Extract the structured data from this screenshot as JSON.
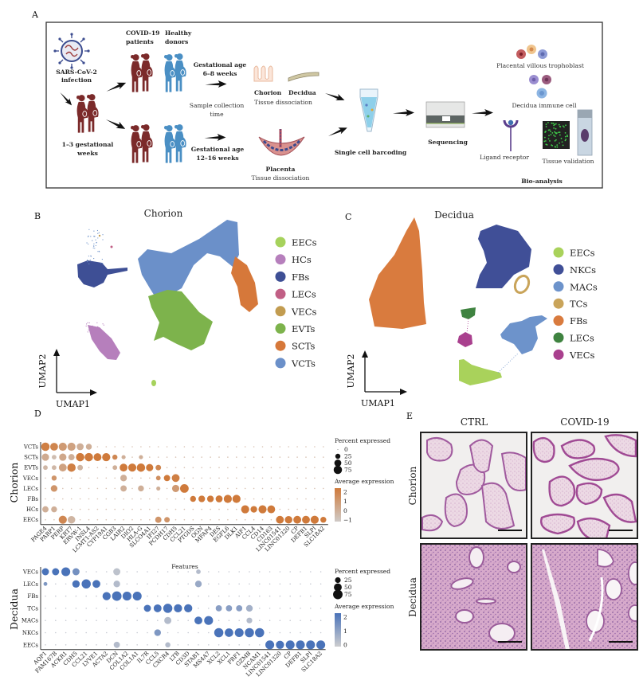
{
  "panel_labels": {
    "a": "A",
    "b": "B",
    "c": "C",
    "d": "D",
    "e": "E"
  },
  "panel_a": {
    "virus_line1": "SARS-CoV-2",
    "virus_line2": "infection",
    "weeks_line1": "1–3 gestational",
    "weeks_line2": "weeks",
    "covid_line1": "COVID-19",
    "covid_line2": "patients",
    "healthy_line1": "Healthy",
    "healthy_line2": "donors",
    "ga1_line1": "Gestational age",
    "ga1_line2": "6–8 weeks",
    "ga2_line1": "Gestational age",
    "ga2_line2": "12–16 weeks",
    "sample_line1": "Sample collection",
    "sample_line2": "time",
    "chorion": "Chorion",
    "decidua": "Decidua",
    "tissue_dissociation": "Tissue dissociation",
    "placenta": "Placenta",
    "barcoding": "Single cell barcoding",
    "sequencing": "Sequencing",
    "trophoblast": "Placental villous trophoblast",
    "immune": "Decidua immune cell",
    "ligand": "Ligand receptor",
    "validation": "Tissue validation",
    "bioanalysis": "Bio-analysis"
  },
  "chart_data": [
    {
      "type": "scatter",
      "title": "Chorion",
      "xlabel": "UMAP1",
      "ylabel": "UMAP2",
      "legend": [
        {
          "label": "EECs",
          "color": "#a6d25c"
        },
        {
          "label": "HCs",
          "color": "#b67fbc"
        },
        {
          "label": "FBs",
          "color": "#3e4f95"
        },
        {
          "label": "LECs",
          "color": "#c15f85"
        },
        {
          "label": "VECs",
          "color": "#c29c50"
        },
        {
          "label": "EVTs",
          "color": "#7db34c"
        },
        {
          "label": "SCTs",
          "color": "#d6783a"
        },
        {
          "label": "VCTs",
          "color": "#6b90c9"
        }
      ]
    },
    {
      "type": "scatter",
      "title": "Decidua",
      "xlabel": "UMAP1",
      "ylabel": "UMAP2",
      "legend": [
        {
          "label": "EECs",
          "color": "#a9d25b"
        },
        {
          "label": "NKCs",
          "color": "#404f97"
        },
        {
          "label": "MACs",
          "color": "#6d93cb"
        },
        {
          "label": "TCs",
          "color": "#c9a45a"
        },
        {
          "label": "FBs",
          "color": "#d97b3e"
        },
        {
          "label": "LECs",
          "color": "#3f8340"
        },
        {
          "label": "VECs",
          "color": "#a9408e"
        }
      ]
    },
    {
      "type": "dotplot",
      "title": "",
      "side_label": "Chorion",
      "rows": [
        "VCTs",
        "SCTs",
        "EVTs",
        "VECs",
        "LECs",
        "FBs",
        "HCs",
        "EECs"
      ],
      "genes": [
        "PAGE4",
        "PARP1",
        "PERP",
        "KRT7",
        "ERVW-1",
        "INSL4",
        "LCMT1-AS2",
        "CYP19A1",
        "CGB3",
        "LAIR2",
        "DIO2",
        "HLA-G",
        "SLCO4A1",
        "IFI27",
        "PCDH17",
        "CDH5",
        "CCL21",
        "PTGDS",
        "OGN",
        "MFAP4",
        "DES",
        "EGFL6",
        "DLK1",
        "AIF1",
        "CCL4",
        "CD14",
        "CD163",
        "LINC01541",
        "LINC01320",
        "CP",
        "DEFB1",
        "SLPI",
        "SLC18A2"
      ],
      "color_low": "#cfcac7",
      "color_high": "#cf7a3b",
      "avg_range": [
        -1,
        2
      ],
      "size_legend_title": "Percent expressed",
      "size_legend": [
        "0",
        "25",
        "50",
        "75"
      ],
      "color_legend_title": "Average expression",
      "color_legend": [
        "2",
        "1",
        "0",
        "−1"
      ],
      "dots": [
        [
          "VCTs",
          "PAGE4",
          75,
          1.8
        ],
        [
          "VCTs",
          "PARP1",
          65,
          1.6
        ],
        [
          "VCTs",
          "PERP",
          70,
          0.8
        ],
        [
          "VCTs",
          "KRT7",
          70,
          0.5
        ],
        [
          "VCTs",
          "ERVW-1",
          50,
          0
        ],
        [
          "VCTs",
          "INSL4",
          35,
          0
        ],
        [
          "SCTs",
          "PAGE4",
          55,
          0.2
        ],
        [
          "SCTs",
          "PARP1",
          20,
          -0.5
        ],
        [
          "SCTs",
          "PERP",
          55,
          0.3
        ],
        [
          "SCTs",
          "KRT7",
          40,
          0
        ],
        [
          "SCTs",
          "ERVW-1",
          75,
          2
        ],
        [
          "SCTs",
          "INSL4",
          75,
          2
        ],
        [
          "SCTs",
          "LCMT1-AS2",
          65,
          2
        ],
        [
          "SCTs",
          "CYP19A1",
          70,
          2
        ],
        [
          "SCTs",
          "CGB3",
          25,
          1.5
        ],
        [
          "SCTs",
          "LAIR2",
          15,
          0
        ],
        [
          "SCTs",
          "HLA-G",
          15,
          0
        ],
        [
          "EVTs",
          "PAGE4",
          20,
          -0.3
        ],
        [
          "EVTs",
          "PARP1",
          20,
          -0.3
        ],
        [
          "EVTs",
          "PERP",
          65,
          0.5
        ],
        [
          "EVTs",
          "KRT7",
          75,
          1.8
        ],
        [
          "EVTs",
          "ERVW-1",
          30,
          -0.2
        ],
        [
          "EVTs",
          "CGB3",
          20,
          0
        ],
        [
          "EVTs",
          "LAIR2",
          65,
          2
        ],
        [
          "EVTs",
          "DIO2",
          70,
          2
        ],
        [
          "EVTs",
          "HLA-G",
          75,
          2
        ],
        [
          "EVTs",
          "SLCO4A1",
          55,
          2
        ],
        [
          "EVTs",
          "IFI27",
          30,
          1.5
        ],
        [
          "VECs",
          "PARP1",
          25,
          1
        ],
        [
          "VECs",
          "LAIR2",
          45,
          0
        ],
        [
          "VECs",
          "IFI27",
          20,
          1.2
        ],
        [
          "VECs",
          "PCDH17",
          40,
          2
        ],
        [
          "VECs",
          "CDH5",
          65,
          1.8
        ],
        [
          "LECs",
          "PARP1",
          45,
          1
        ],
        [
          "LECs",
          "LAIR2",
          40,
          0
        ],
        [
          "LECs",
          "HLA-G",
          35,
          0
        ],
        [
          "LECs",
          "IFI27",
          15,
          0
        ],
        [
          "LECs",
          "CDH5",
          55,
          0.8
        ],
        [
          "LECs",
          "CCL21",
          80,
          2
        ],
        [
          "FBs",
          "PTGDS",
          35,
          2
        ],
        [
          "FBs",
          "OGN",
          45,
          2
        ],
        [
          "FBs",
          "MFAP4",
          45,
          2
        ],
        [
          "FBs",
          "DES",
          50,
          2
        ],
        [
          "FBs",
          "EGFL6",
          70,
          2
        ],
        [
          "FBs",
          "DLK1",
          70,
          2
        ],
        [
          "HCs",
          "PAGE4",
          40,
          0
        ],
        [
          "HCs",
          "PARP1",
          35,
          0
        ],
        [
          "HCs",
          "AIF1",
          70,
          2
        ],
        [
          "HCs",
          "CCL4",
          45,
          2
        ],
        [
          "HCs",
          "CD14",
          70,
          2
        ],
        [
          "HCs",
          "CD163",
          65,
          2
        ],
        [
          "EECs",
          "PERP",
          70,
          1.5
        ],
        [
          "EECs",
          "KRT7",
          60,
          -0.2
        ],
        [
          "EECs",
          "IFI27",
          40,
          1
        ],
        [
          "EECs",
          "PCDH17",
          30,
          1
        ],
        [
          "EECs",
          "LINC01541",
          65,
          2
        ],
        [
          "EECs",
          "LINC01320",
          60,
          2
        ],
        [
          "EECs",
          "CP",
          65,
          2
        ],
        [
          "EECs",
          "DEFB1",
          65,
          2
        ],
        [
          "EECs",
          "SLPI",
          70,
          2
        ],
        [
          "EECs",
          "SLC18A2",
          35,
          2
        ]
      ]
    },
    {
      "type": "dotplot",
      "title": "Features",
      "side_label": "Decidua",
      "rows": [
        "VECs",
        "LECs",
        "FBs",
        "TCs",
        "MACs",
        "NKCs",
        "EECs"
      ],
      "genes": [
        "AQP1",
        "FAM167B",
        "ACKR1",
        "CDH5",
        "CCL21",
        "LYVE1",
        "ACTA2",
        "DCN",
        "COL1A2",
        "COL1A1",
        "IL7R",
        "CCL5",
        "CXCR4",
        "LTB",
        "CD3D",
        "STAB1",
        "MS4A7",
        "XCL2",
        "XCL1",
        "PRF1",
        "GZMB",
        "NCAM1",
        "LINC01541",
        "LINC01320",
        "CP",
        "DEFB1",
        "SLPI",
        "SLC18A2"
      ],
      "color_low": "#cdcdcf",
      "color_high": "#4a73b9",
      "avg_range": [
        -0.5,
        2
      ],
      "size_legend_title": "Percent expressed",
      "size_legend": [
        "25",
        "50",
        "75"
      ],
      "color_legend_title": "Average expression",
      "color_legend": [
        "2",
        "1",
        "0"
      ],
      "dots": [
        [
          "VECs",
          "AQP1",
          40,
          2
        ],
        [
          "VECs",
          "FAM167B",
          40,
          2
        ],
        [
          "VECs",
          "ACKR1",
          65,
          2
        ],
        [
          "VECs",
          "CDH5",
          40,
          1.2
        ],
        [
          "VECs",
          "DCN",
          40,
          -0.2
        ],
        [
          "VECs",
          "STAB1",
          15,
          0
        ],
        [
          "LECs",
          "AQP1",
          10,
          1
        ],
        [
          "LECs",
          "CDH5",
          45,
          2
        ],
        [
          "LECs",
          "CCL21",
          70,
          2
        ],
        [
          "LECs",
          "LYVE1",
          50,
          2
        ],
        [
          "LECs",
          "DCN",
          35,
          0
        ],
        [
          "LECs",
          "STAB1",
          35,
          0.5
        ],
        [
          "FBs",
          "ACTA2",
          55,
          2
        ],
        [
          "FBs",
          "DCN",
          75,
          2
        ],
        [
          "FBs",
          "COL1A2",
          65,
          2
        ],
        [
          "FBs",
          "COL1A1",
          65,
          2
        ],
        [
          "TCs",
          "IL7R",
          40,
          2
        ],
        [
          "TCs",
          "CCL5",
          50,
          2
        ],
        [
          "TCs",
          "CXCR4",
          70,
          2
        ],
        [
          "TCs",
          "LTB",
          55,
          2
        ],
        [
          "TCs",
          "CD3D",
          55,
          2
        ],
        [
          "TCs",
          "XCL2",
          30,
          0.8
        ],
        [
          "TCs",
          "XCL1",
          30,
          0.8
        ],
        [
          "TCs",
          "PRF1",
          30,
          0.8
        ],
        [
          "TCs",
          "GZMB",
          35,
          0.3
        ],
        [
          "MACs",
          "CXCR4",
          40,
          0
        ],
        [
          "MACs",
          "STAB1",
          50,
          2
        ],
        [
          "MACs",
          "MS4A7",
          65,
          2
        ],
        [
          "MACs",
          "GZMB",
          25,
          0
        ],
        [
          "NKCs",
          "CCL5",
          35,
          1
        ],
        [
          "NKCs",
          "XCL2",
          70,
          2
        ],
        [
          "NKCs",
          "XCL1",
          60,
          2
        ],
        [
          "NKCs",
          "PRF1",
          65,
          2
        ],
        [
          "NKCs",
          "GZMB",
          70,
          2
        ],
        [
          "NKCs",
          "NCAM1",
          70,
          2
        ],
        [
          "EECs",
          "DCN",
          30,
          0
        ],
        [
          "EECs",
          "CXCR4",
          20,
          0
        ],
        [
          "EECs",
          "LINC01541",
          65,
          2
        ],
        [
          "EECs",
          "LINC01320",
          55,
          2
        ],
        [
          "EECs",
          "CP",
          65,
          2
        ],
        [
          "EECs",
          "DEFB1",
          65,
          2
        ],
        [
          "EECs",
          "SLPI",
          65,
          2
        ],
        [
          "EECs",
          "SLC18A2",
          65,
          2
        ]
      ]
    }
  ],
  "panel_e": {
    "col_ctrl": "CTRL",
    "col_covid": "COVID-19",
    "row_chorion": "Chorion",
    "row_decidua": "Decidua"
  }
}
